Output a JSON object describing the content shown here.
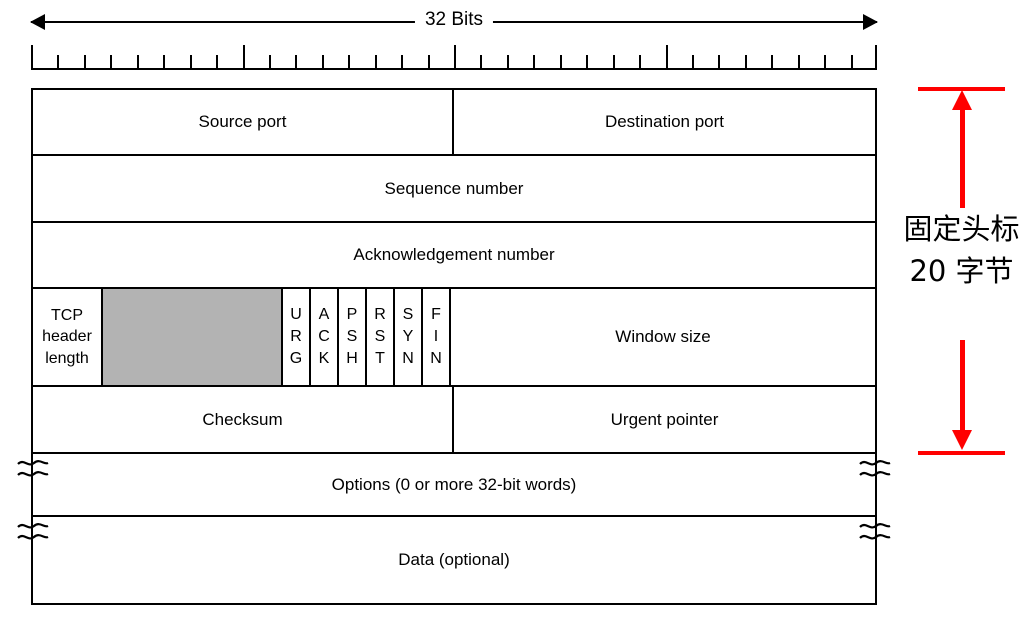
{
  "diagram": {
    "title_span": {
      "label": "32 Bits",
      "icon_left": "arrow-left-icon",
      "icon_right": "arrow-right-icon"
    },
    "ruler": {
      "total_bits": 32,
      "major_tick_positions": [
        0,
        8,
        16,
        24,
        32
      ]
    },
    "rows": [
      {
        "name": "ports",
        "cells": [
          {
            "label": "Source port",
            "width": "half"
          },
          {
            "label": "Destination port",
            "width": "half"
          }
        ]
      },
      {
        "name": "sequence",
        "cells": [
          {
            "label": "Sequence number",
            "width": "full"
          }
        ]
      },
      {
        "name": "acknowledgement",
        "cells": [
          {
            "label": "Acknowledgement number",
            "width": "full"
          }
        ]
      },
      {
        "name": "flags",
        "header_length": [
          "TCP",
          "header",
          "length"
        ],
        "reserved": "",
        "flags": [
          [
            "U",
            "R",
            "G"
          ],
          [
            "A",
            "C",
            "K"
          ],
          [
            "P",
            "S",
            "H"
          ],
          [
            "R",
            "S",
            "T"
          ],
          [
            "S",
            "Y",
            "N"
          ],
          [
            "F",
            "I",
            "N"
          ]
        ],
        "window": "Window size"
      },
      {
        "name": "checksum",
        "cells": [
          {
            "label": "Checksum",
            "width": "half"
          },
          {
            "label": "Urgent pointer",
            "width": "half"
          }
        ]
      },
      {
        "name": "options",
        "cells": [
          {
            "label": "Options (0 or more 32-bit words)",
            "width": "full"
          }
        ]
      },
      {
        "name": "data",
        "cells": [
          {
            "label": "Data (optional)",
            "width": "full"
          }
        ]
      }
    ],
    "annotation": {
      "line1": "固定头标",
      "line2": "20 字节",
      "color": "#ff0000"
    },
    "colors": {
      "reserved_fill": "#b3b3b3",
      "border": "#000000",
      "background": "#ffffff",
      "annotation_red": "#ff0000"
    }
  }
}
